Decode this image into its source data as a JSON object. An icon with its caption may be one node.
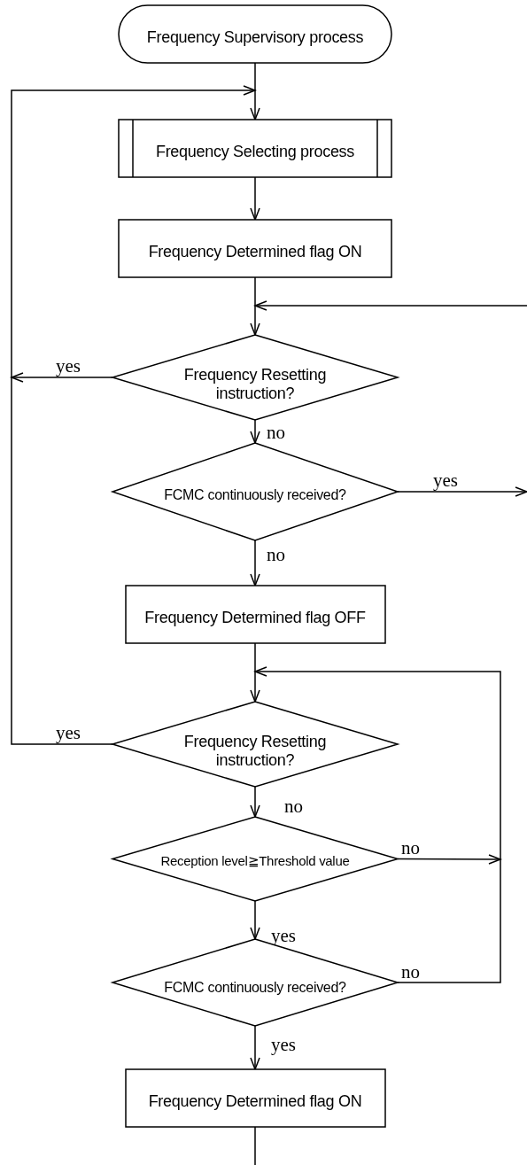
{
  "diagram": {
    "nodes": [
      {
        "text": [
          "Frequency Supervisory process"
        ]
      },
      {
        "text": [
          "Frequency Selecting process"
        ]
      },
      {
        "text": [
          "Frequency Determined flag ON"
        ]
      },
      {
        "text": [
          "Frequency Resetting instruction?"
        ]
      },
      {
        "text": [
          "FCMC continuously received?"
        ]
      },
      {
        "text": [
          "Frequency Determined flag OFF"
        ]
      },
      {
        "text": [
          "Frequency Resetting instruction?"
        ]
      },
      {
        "text": [
          "Reception level≧Threshold value"
        ]
      },
      {
        "text": [
          "FCMC continuously received?"
        ]
      },
      {
        "text": [
          "Frequency Determined flag ON"
        ]
      }
    ],
    "edges": [
      {
        "from": 0,
        "to": 1,
        "arrow": "to"
      },
      {
        "from": 1,
        "to": 2,
        "arrow": "to"
      },
      {
        "from": 2,
        "to": 3,
        "arrow": "to"
      },
      {
        "from": 3,
        "to": 1,
        "arrow": "to",
        "label": "yes"
      },
      {
        "from": 3,
        "to": 4,
        "arrow": "to",
        "label": "no"
      },
      {
        "from": 4,
        "to": null,
        "arrow": "to",
        "label": "yes"
      },
      {
        "from": null,
        "to": 3,
        "arrow": "to"
      },
      {
        "from": 4,
        "to": 5,
        "arrow": "to",
        "label": "no"
      },
      {
        "from": 5,
        "to": 6,
        "arrow": "to"
      },
      {
        "from": 6,
        "to": 1,
        "arrow": "to",
        "label": "yes"
      },
      {
        "from": 6,
        "to": 7,
        "arrow": "to",
        "label": "no"
      },
      {
        "from": 7,
        "to": 6,
        "arrow": "to",
        "label": "no"
      },
      {
        "from": 7,
        "to": 8,
        "arrow": "to",
        "label": "yes"
      },
      {
        "from": 8,
        "to": 6,
        "arrow": "to",
        "label": "no"
      },
      {
        "from": 8,
        "to": 9,
        "arrow": "to",
        "label": "yes"
      },
      {
        "from": 9,
        "to": null,
        "arrow": "none"
      }
    ]
  }
}
